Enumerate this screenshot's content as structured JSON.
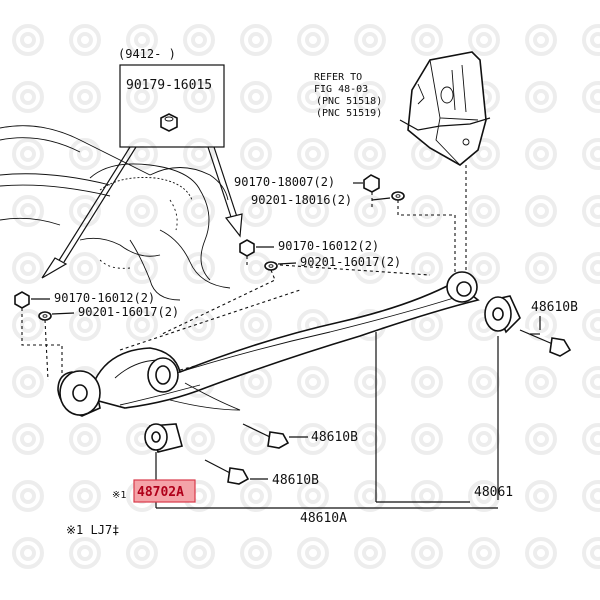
{
  "bracket_label": "(9412-      )",
  "box_part": "90179-16015",
  "refer": {
    "line1": "REFER TO",
    "line2": "FIG  48-03",
    "line3": "(PNC 51518)",
    "line4": "(PNC 51519)"
  },
  "labels": {
    "nut_right_1": "90170-18007(2)",
    "washer_right_1": "90201-18016(2)",
    "nut_right_2": "90170-16012(2)",
    "washer_right_2": "90201-16017(2)",
    "nut_left": "90170-16012(2)",
    "washer_left": "90201-16017(2)",
    "bolt_right": "48610B",
    "bolt_mid_1": "48610B",
    "bolt_mid_2": "48610B",
    "arm_assy": "48061",
    "arm_total": "48610A",
    "bushing_highlight": "48702A",
    "bushing_mark": "※1"
  },
  "footnote": "※1  LJ7‡",
  "colors": {
    "highlight_fill": "#f4a3a8",
    "highlight_border": "#d93a4a"
  }
}
